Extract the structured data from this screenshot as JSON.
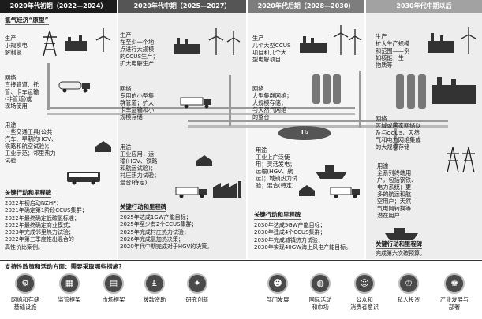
{
  "phases": [
    {
      "label": "2020年代初期（2022—2024）"
    },
    {
      "label": "2020年代中期（2025—2027）"
    },
    {
      "label": "2020年代后期（2028—2030）"
    },
    {
      "label": "2030年代中期以后"
    }
  ],
  "origin_label": "氢气经济“原型”",
  "col1": {
    "production": "生产\n小规模电\n解制氢",
    "network": "网络\n直接管道、托\n管、卡车运输\n(非管道)或\n现场使用",
    "use": "用途\n一些交通工具(公共\n汽车、早期的HGV、\n铁路和航空试验)；\n工业示范；邻里热力\n试验"
  },
  "col2": {
    "production": "生产\n在至少一个地\n点进行大规模\n的CCUS生产；\n扩大电解生产",
    "network": "网络\n专用的小型集\n群管道；扩大\n卡车运输和小\n规模存储",
    "use": "用途\n工业应用；运\n输(HGV、铁路\n和航运试验)；\n村庄热力试验；\n混合(待定)"
  },
  "col3": {
    "production": "生产\n几个大型CCUS\n项目和几个大\n型电解项目",
    "network": "网络\n大型集群网络；\n大规模存储；\n与天然气网络\n的整合",
    "use": "用途\n工业上广泛使\n用；灵活发电；\n运输(HGV、航\n运)；城镇热力试\n验；混合(待定)"
  },
  "col4": {
    "production": "生产\n扩大生产规模\n和范围——例\n如核能，生\n物质等",
    "network": "网络\n区域或国家网络以\n及与CCUS、天然\n气和电力网络集成\n的大规模存储",
    "use": "用途\n全系列终端用\n户，包括钢铁、\n电力系统；更\n多的航运和航\n空用户；天然\n气电网转换等\n潜在用户"
  },
  "h2_symbol": "H₂",
  "milestones": {
    "title": "关键行动和里程碑",
    "col1": "2022年初启动NZHF；\n2021年确定第1阶段CCUS集群；\n2022年最终确定低碳氢标准；\n2022年最终确定商业模式；\n2023年完成邻里热力试验；\n2022年第三季度推出混合的\n高性价比案例。",
    "col2": "2025年达成1GW产能目标；\n2025年至少有2个CCUS集群；\n2025年完成村庄热力试验；\n2026年完成氢加热决策；\n2020年代中期完成对于HGV的决策。",
    "col3": "2030年达成5GW产能目标；\n2030年建成4个CCUS集群；\n2030年完成城镇热力试验；\n2030年实现40GW海上风电产能目标。",
    "col4": "完成第六次碳预算。"
  },
  "bottom": {
    "heading": "支持性政策和活动方面：需要采取哪些措施？",
    "items": [
      {
        "label": "网络和存储\n基础设施",
        "icon": "network-storage-icon"
      },
      {
        "label": "监管框架",
        "icon": "regulation-icon"
      },
      {
        "label": "市场框架",
        "icon": "market-icon"
      },
      {
        "label": "拨款资助",
        "icon": "funding-icon"
      },
      {
        "label": "研究创新",
        "icon": "innovation-icon"
      },
      {
        "label": "部门发展",
        "icon": "sector-icon"
      },
      {
        "label": "国际活动\n和市场",
        "icon": "international-icon"
      },
      {
        "label": "公众和\n消费者意识",
        "icon": "public-awareness-icon"
      },
      {
        "label": "私人投资",
        "icon": "private-investment-icon"
      },
      {
        "label": "产业发展与\n部署",
        "icon": "industry-icon"
      }
    ]
  }
}
